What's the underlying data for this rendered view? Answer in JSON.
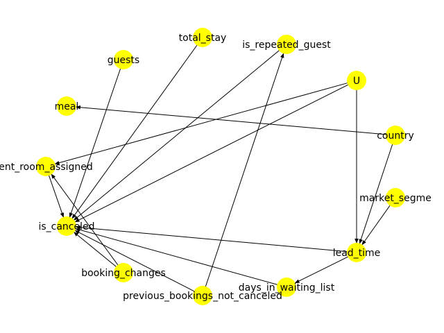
{
  "graph": {
    "node_color": "#ffff00",
    "edge_color": "#000000",
    "label_color": "#000000",
    "nodes": [
      {
        "id": "U",
        "label": "U"
      },
      {
        "id": "country",
        "label": "country"
      },
      {
        "id": "market_segment",
        "label": "market_segme"
      },
      {
        "id": "lead_time",
        "label": "lead_time"
      },
      {
        "id": "days_in_waiting_list",
        "label": "days_in_waiting_list"
      },
      {
        "id": "previous_bookings_not_canceled",
        "label": "previous_bookings_not_canceled"
      },
      {
        "id": "booking_changes",
        "label": "booking_changes"
      },
      {
        "id": "is_canceled",
        "label": "is_canceled"
      },
      {
        "id": "different_room_assigned",
        "label": "ent_room_assigned"
      },
      {
        "id": "meal",
        "label": "meal"
      },
      {
        "id": "guests",
        "label": "guests"
      },
      {
        "id": "total_stay",
        "label": "total_stay"
      },
      {
        "id": "is_repeated_guest",
        "label": "is_repeated_guest"
      }
    ],
    "edges": [
      {
        "source": "U",
        "target": "different_room_assigned"
      },
      {
        "source": "U",
        "target": "is_canceled"
      },
      {
        "source": "U",
        "target": "lead_time"
      },
      {
        "source": "country",
        "target": "meal"
      },
      {
        "source": "country",
        "target": "lead_time"
      },
      {
        "source": "market_segment",
        "target": "lead_time"
      },
      {
        "source": "lead_time",
        "target": "is_canceled"
      },
      {
        "source": "lead_time",
        "target": "days_in_waiting_list"
      },
      {
        "source": "days_in_waiting_list",
        "target": "is_canceled"
      },
      {
        "source": "previous_bookings_not_canceled",
        "target": "is_canceled"
      },
      {
        "source": "previous_bookings_not_canceled",
        "target": "is_repeated_guest"
      },
      {
        "source": "booking_changes",
        "target": "is_canceled"
      },
      {
        "source": "booking_changes",
        "target": "different_room_assigned"
      },
      {
        "source": "different_room_assigned",
        "target": "is_canceled"
      },
      {
        "source": "guests",
        "target": "is_canceled"
      },
      {
        "source": "total_stay",
        "target": "is_canceled"
      },
      {
        "source": "is_repeated_guest",
        "target": "is_canceled"
      }
    ]
  }
}
